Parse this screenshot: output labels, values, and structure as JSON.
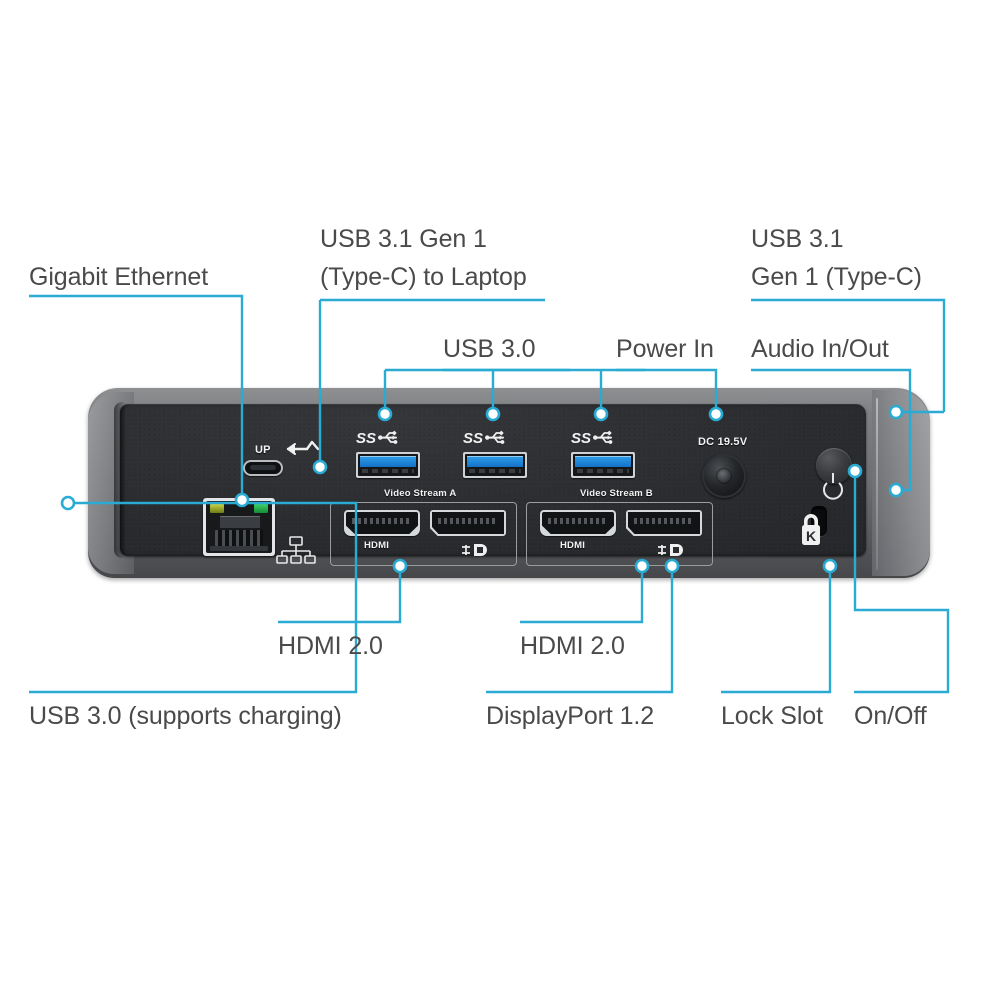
{
  "meta": {
    "subject": "USB-C docking station rear port diagram",
    "accent_color": "#29abd4",
    "label_color": "#4a4a4a",
    "device_shell_color": "#7e8083",
    "device_face_color": "#2a2c30",
    "usb_port_blue": "#1d7fd4"
  },
  "callouts": [
    {
      "id": "gigabit-ethernet",
      "label": "Gigabit Ethernet",
      "lines": [
        "Gigabit Ethernet"
      ]
    },
    {
      "id": "usb31-typec-laptop",
      "label": "USB 3.1 Gen 1 (Type-C) to Laptop",
      "lines": [
        "USB 3.1 Gen 1",
        "(Type-C) to Laptop"
      ]
    },
    {
      "id": "usb30-top",
      "label": "USB 3.0",
      "lines": [
        "USB 3.0"
      ]
    },
    {
      "id": "power-in",
      "label": "Power In",
      "lines": [
        "Power In"
      ]
    },
    {
      "id": "usb31-typec-right",
      "label": "USB 3.1 Gen 1 (Type-C)",
      "lines": [
        "USB 3.1",
        "Gen 1 (Type-C)"
      ]
    },
    {
      "id": "audio-in-out",
      "label": "Audio In/Out",
      "lines": [
        "Audio In/Out"
      ]
    },
    {
      "id": "hdmi-a",
      "label": "HDMI 2.0",
      "lines": [
        "HDMI 2.0"
      ]
    },
    {
      "id": "hdmi-b",
      "label": "HDMI 2.0",
      "lines": [
        "HDMI 2.0"
      ]
    },
    {
      "id": "usb30-charging",
      "label": "USB 3.0 (supports charging)",
      "lines": [
        "USB 3.0 (supports charging)"
      ]
    },
    {
      "id": "displayport",
      "label": "DisplayPort 1.2",
      "lines": [
        "DisplayPort 1.2"
      ]
    },
    {
      "id": "lock-slot",
      "label": "Lock Slot",
      "lines": [
        "Lock Slot"
      ]
    },
    {
      "id": "on-off",
      "label": "On/Off",
      "lines": [
        "On/Off"
      ]
    }
  ],
  "device_silkscreen": {
    "usbc_up": "UP",
    "dc_power": "DC 19.5V",
    "video_stream_a": "Video Stream A",
    "video_stream_b": "Video Stream B",
    "hdmi_a": "HDMI",
    "hdmi_b": "HDMI",
    "displayport_a": "",
    "displayport_b": ""
  },
  "device_icons": [
    {
      "name": "superspeed-usb-icon",
      "count": 3
    },
    {
      "name": "usb-c-up-arrow-icon",
      "count": 1
    },
    {
      "name": "ethernet-network-icon",
      "count": 1
    },
    {
      "name": "displayport-icon",
      "count": 2
    },
    {
      "name": "power-symbol-icon",
      "count": 1
    },
    {
      "name": "kensington-lock-icon",
      "count": 1
    }
  ],
  "ports": [
    {
      "name": "gigabit-ethernet-port",
      "type": "rj45"
    },
    {
      "name": "usb-c-upstream-port",
      "type": "usb-c"
    },
    {
      "name": "usb-a-port-1",
      "type": "usb-a-3.0"
    },
    {
      "name": "usb-a-port-2",
      "type": "usb-a-3.0"
    },
    {
      "name": "usb-a-port-3",
      "type": "usb-a-3.0"
    },
    {
      "name": "dc-power-jack",
      "type": "barrel"
    },
    {
      "name": "hdmi-port-a",
      "type": "hdmi"
    },
    {
      "name": "displayport-a",
      "type": "displayport"
    },
    {
      "name": "hdmi-port-b",
      "type": "hdmi"
    },
    {
      "name": "displayport-b",
      "type": "displayport"
    },
    {
      "name": "power-button",
      "type": "button"
    },
    {
      "name": "kensington-lock-slot",
      "type": "slot"
    }
  ]
}
